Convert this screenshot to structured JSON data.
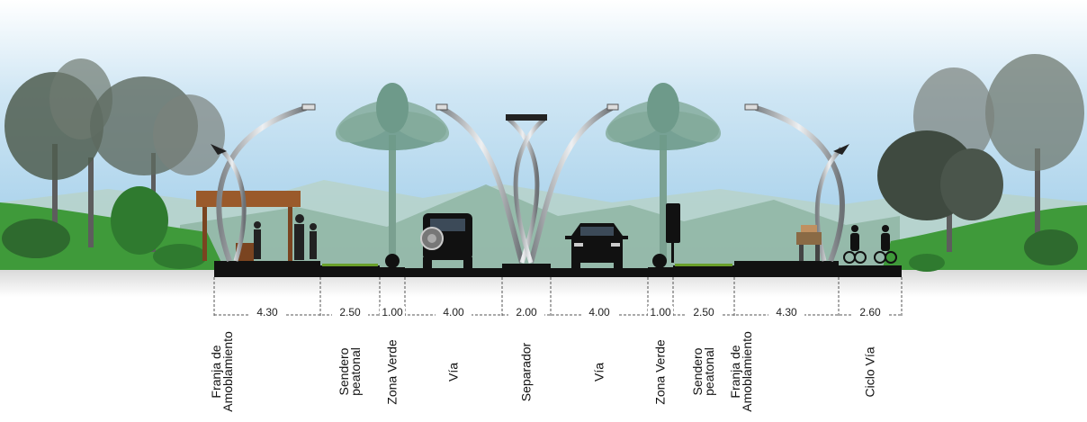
{
  "sections": [
    {
      "width": "4.30",
      "label": "Franja de\nAmoblamiento"
    },
    {
      "width": "2.50",
      "label": "Sendero\npeatonal"
    },
    {
      "width": "1.00",
      "label": "Zona Verde"
    },
    {
      "width": "4.00",
      "label": "Vía"
    },
    {
      "width": "2.00",
      "label": "Separador"
    },
    {
      "width": "4.00",
      "label": "Vía"
    },
    {
      "width": "1.00",
      "label": "Zona Verde"
    },
    {
      "width": "2.50",
      "label": "Sendero\npeatonal"
    },
    {
      "width": "4.30",
      "label": "Franja de\nAmoblamiento"
    },
    {
      "width": "2.60",
      "label": "Ciclo Vía"
    }
  ],
  "colors": {
    "sky_top": "#ffffff",
    "sky_bottom": "#a9d4ec",
    "mountain": "#8fb5a3",
    "grass": "#3f9a3a",
    "tree_dark": "#4f5d4f",
    "palm": "#6e9a8a",
    "pavement": "#111111",
    "shelter_roof": "#9a5a2b",
    "lamp": "#cfd3d6"
  }
}
